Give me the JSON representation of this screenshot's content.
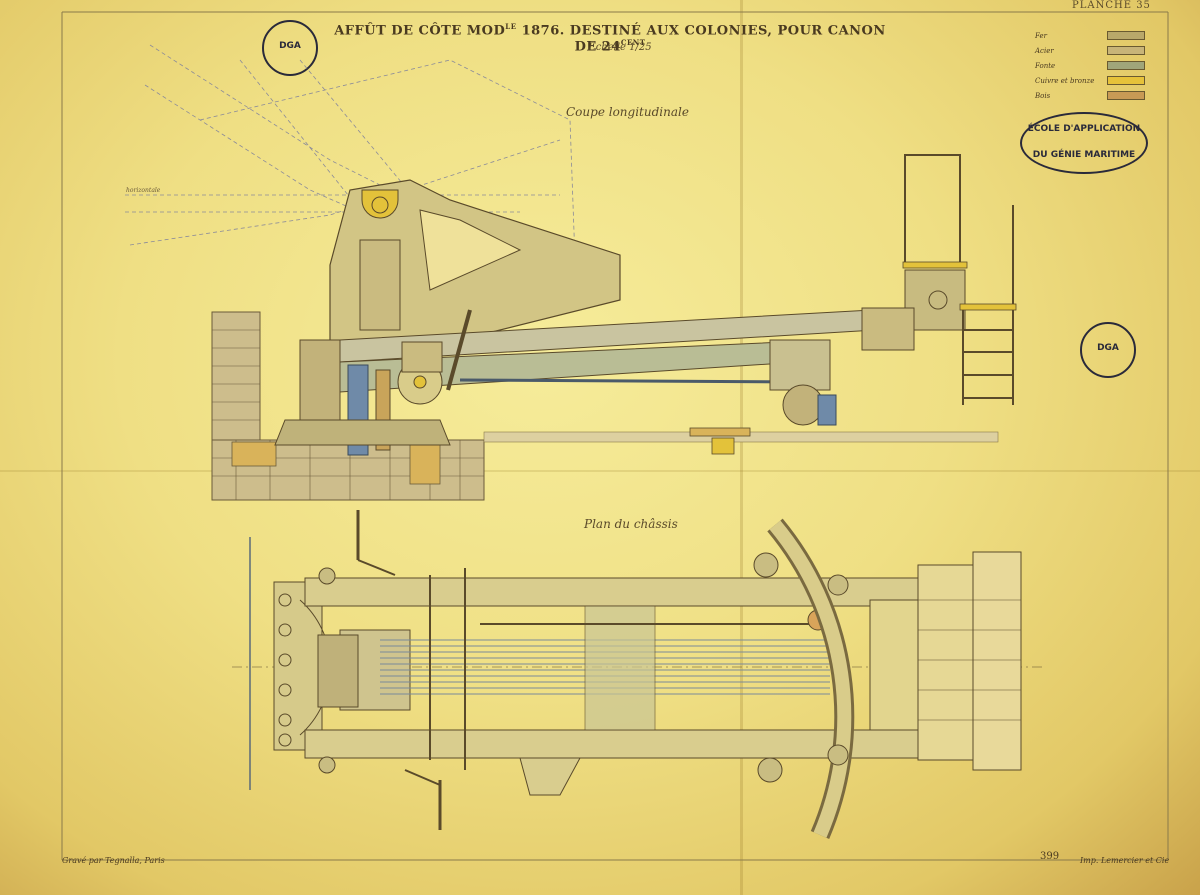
{
  "sheet": {
    "planche": "PLANCHE 35",
    "title_main": "AFFÛT DE CÔTE MOD",
    "title_sup1": "LE",
    "title_rest": " 1876. DESTINÉ AUX COLONIES, POUR CANON DE 24",
    "title_sup2": "CENT",
    "scale": "Echelle 1/25",
    "section_label": "Coupe longitudinale",
    "plan_label": "Plan du châssis",
    "engraver": "Gravé par Tegnalla, Paris",
    "printer": "Imp. Lemercier et Cie",
    "page_number": "399"
  },
  "legend": [
    {
      "label": "Fer",
      "color": "#b9a86a"
    },
    {
      "label": "Acier",
      "color": "#c8b478"
    },
    {
      "label": "Fonte",
      "color": "#a0a57a"
    },
    {
      "label": "Cuivre et bronze",
      "color": "#e6c23a"
    },
    {
      "label": "Bois",
      "color": "#c89a55"
    }
  ],
  "stamps": {
    "oval_line1": "ÉCOLE D'APPLICATION",
    "oval_line2": "DU GÉNIE MARITIME",
    "seal_text": "DGA"
  },
  "colors": {
    "ink": "#5a4a2a",
    "iron": "#c2b57a",
    "steel": "#b8b98a",
    "brass": "#e3c23a",
    "wood": "#d2a95c",
    "masonry": "#c8b88a"
  }
}
